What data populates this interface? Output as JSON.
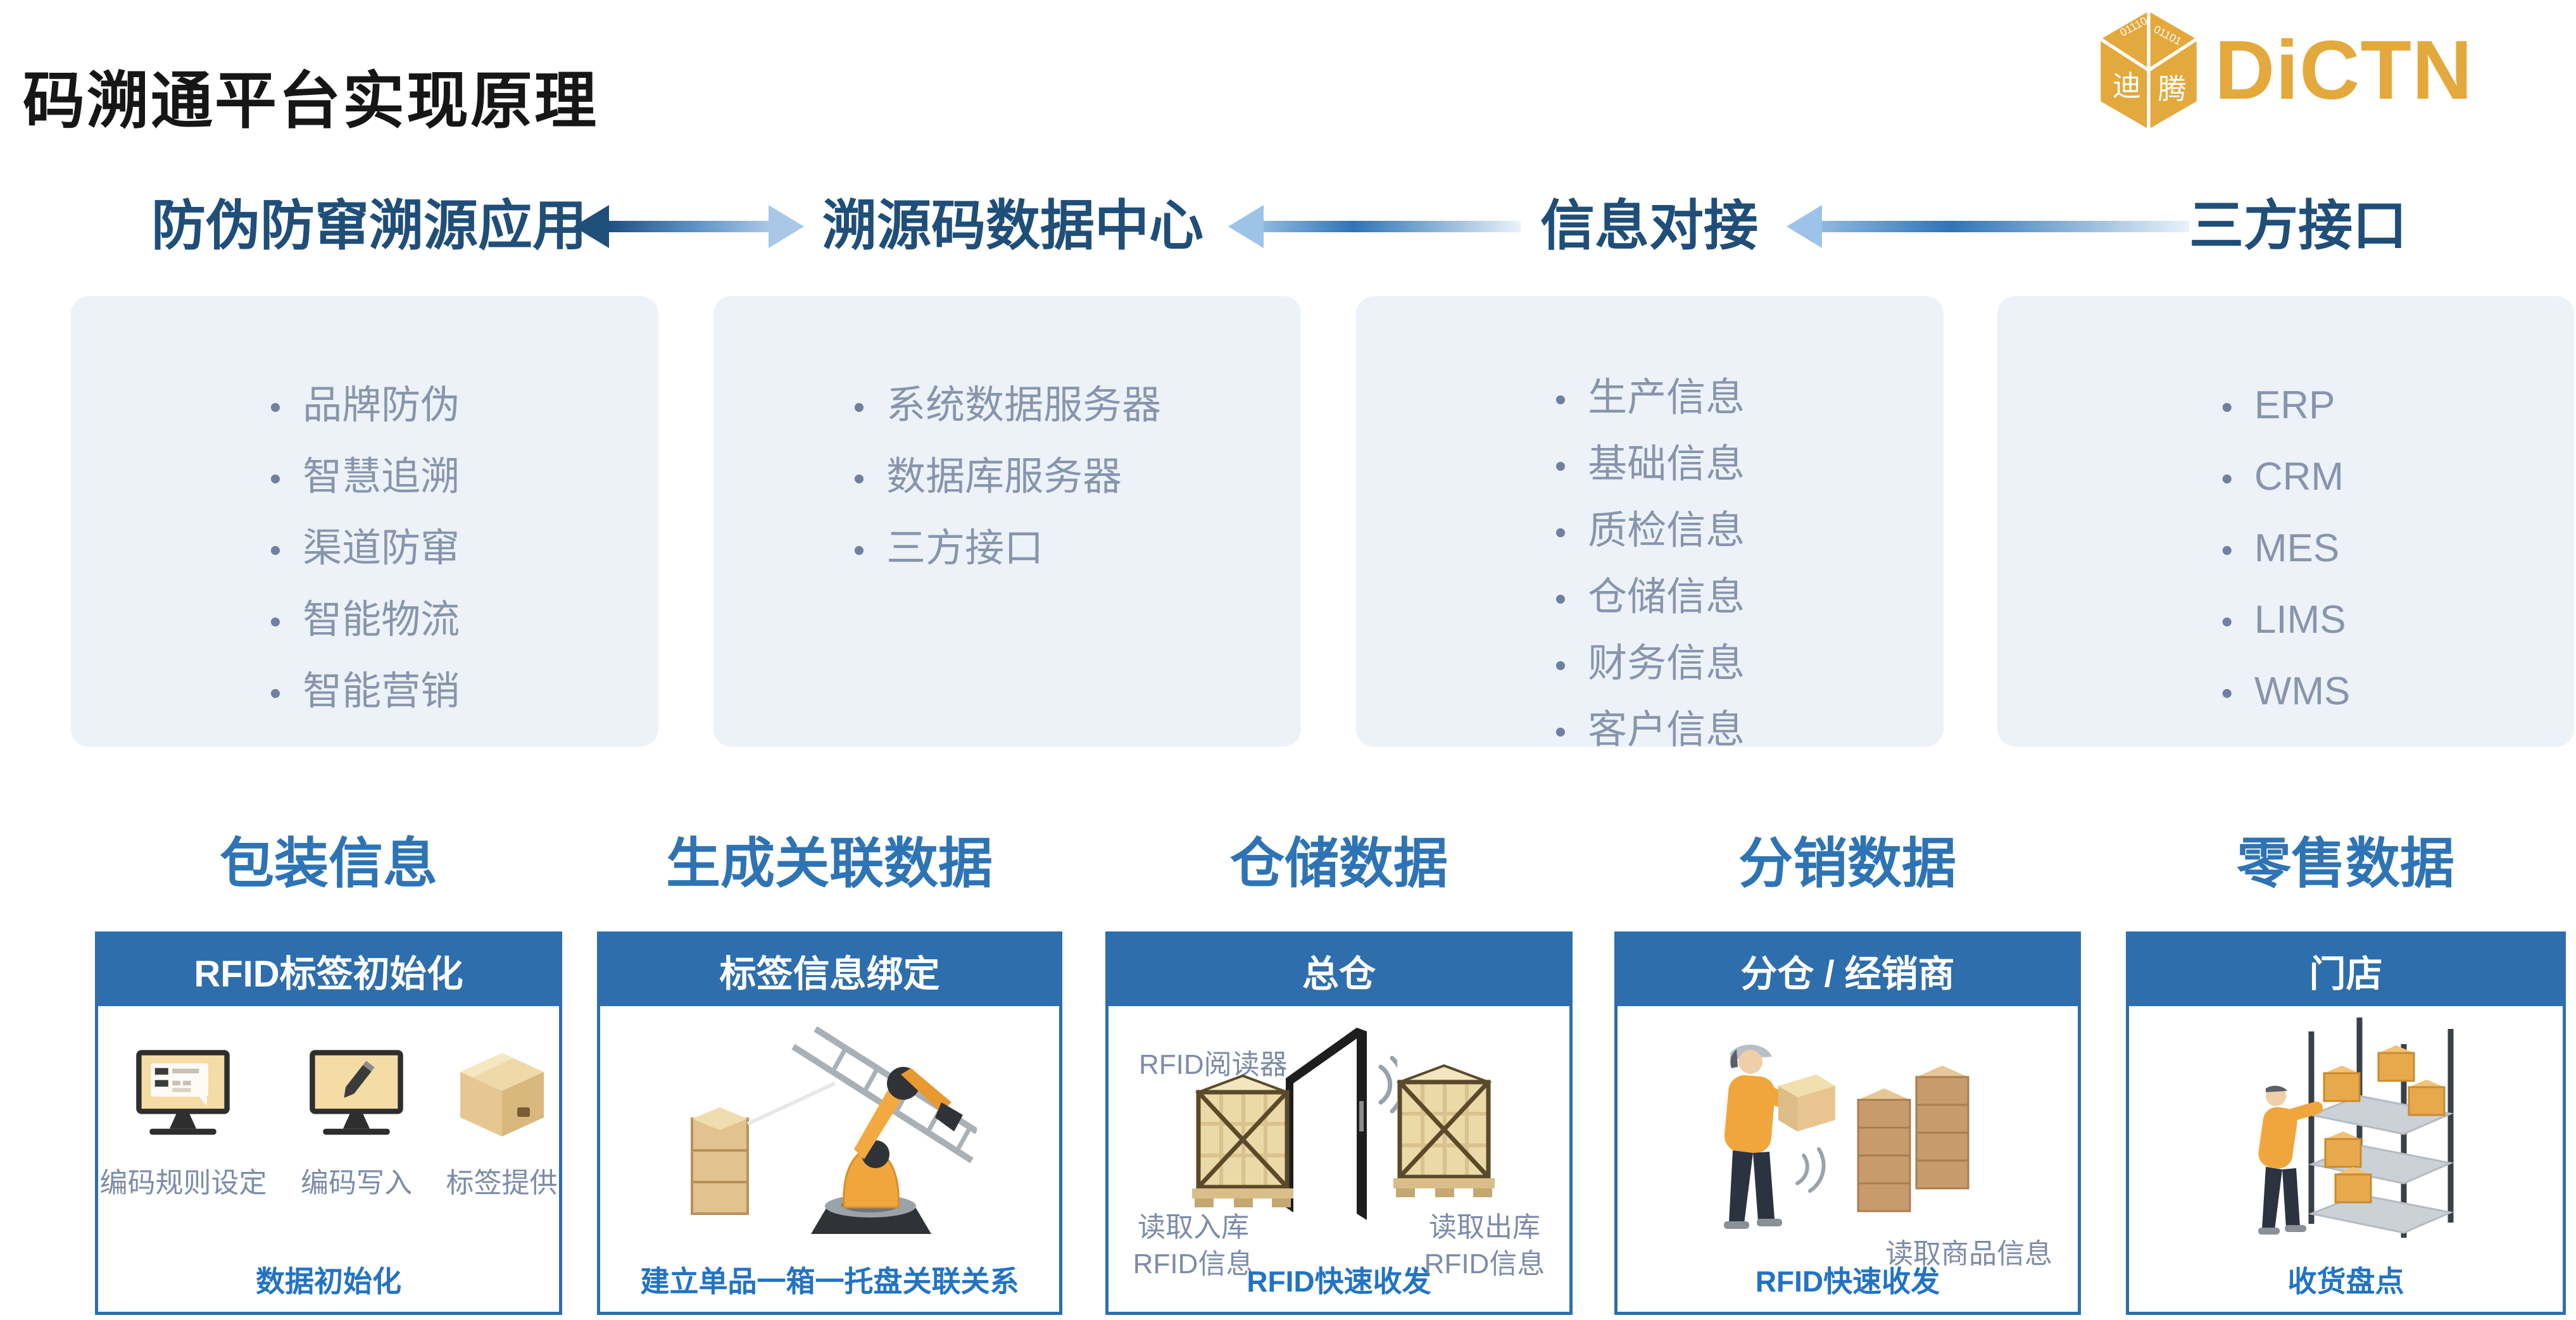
{
  "page": {
    "title": "码溯通平台实现原理"
  },
  "logo": {
    "text": "DiCTN",
    "cube_char_left": "迪",
    "cube_char_right": "腾",
    "cube_binary_left": "01110",
    "cube_binary_right": "01101",
    "color": "#E4A93C"
  },
  "flow": {
    "headers": [
      {
        "label": "防伪防窜溯源应用"
      },
      {
        "label": "溯源码数据中心"
      },
      {
        "label": "信息对接"
      },
      {
        "label": "三方接口"
      }
    ],
    "cards": [
      {
        "items": [
          "品牌防伪",
          "智慧追溯",
          "渠道防窜",
          "智能物流",
          "智能营销"
        ]
      },
      {
        "items": [
          "系统数据服务器",
          "数据库服务器",
          "三方接口"
        ]
      },
      {
        "items": [
          "生产信息",
          "基础信息",
          "质检信息",
          "仓储信息",
          "财务信息",
          "客户信息"
        ]
      },
      {
        "items": [
          "ERP",
          "CRM",
          "MES",
          "LIMS",
          "WMS"
        ]
      }
    ]
  },
  "stages": [
    {
      "title": "包装信息",
      "header": "RFID标签初始化",
      "footer": "数据初始化",
      "icon_labels": [
        "编码规则设定",
        "编码写入",
        "标签提供"
      ]
    },
    {
      "title": "生成关联数据",
      "header": "标签信息绑定",
      "footer": "建立单品一箱一托盘关联关系"
    },
    {
      "title": "仓储数据",
      "header": "总仓",
      "footer": "RFID快速收发",
      "reader_label": "RFID阅读器",
      "inbound_line1": "读取入库",
      "inbound_line2": "RFID信息",
      "outbound_line1": "读取出库",
      "outbound_line2": "RFID信息"
    },
    {
      "title": "分销数据",
      "header": "分仓 / 经销商",
      "footer": "RFID快速收发",
      "read_label": "读取商品信息"
    },
    {
      "title": "零售数据",
      "header": "门店",
      "footer": "收货盘点"
    }
  ],
  "colors": {
    "accent_blue": "#2E74B5",
    "bar_blue": "#2E6EAC",
    "dark_blue": "#1F4E79",
    "list_text": "#8795AC",
    "card_bg": "#EDF2F8",
    "brand_gold": "#E4A93C"
  }
}
